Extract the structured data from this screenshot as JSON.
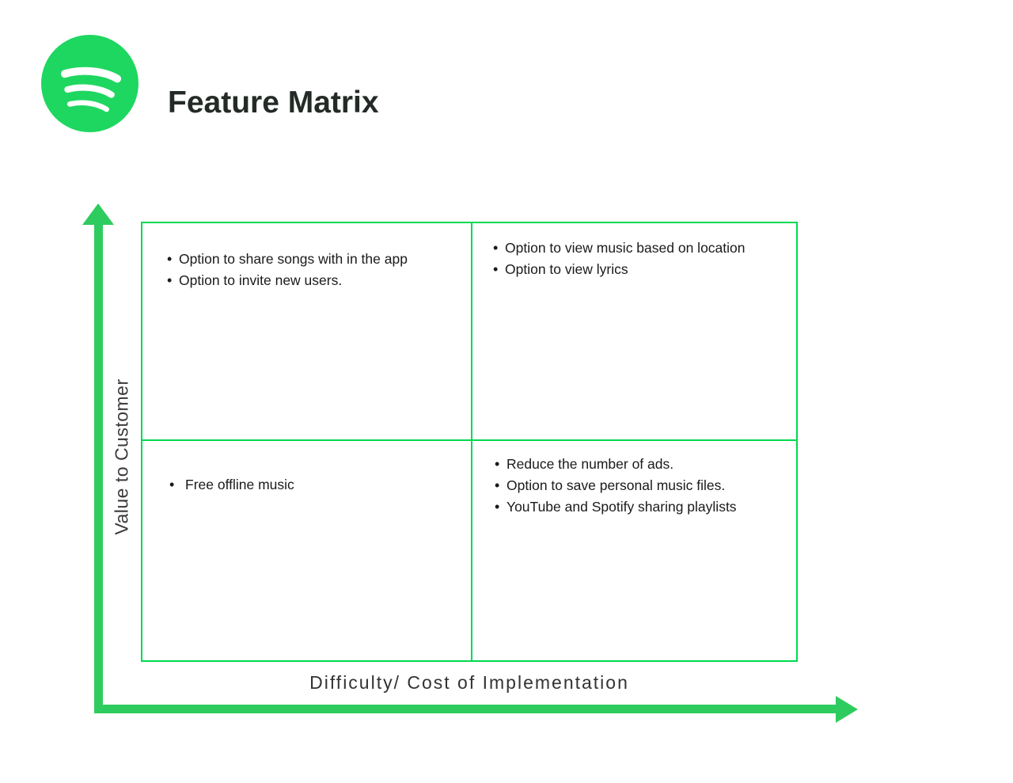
{
  "title": "Feature Matrix",
  "logo": {
    "name": "spotify-logo",
    "color": "#1ed760"
  },
  "axes": {
    "y_label": "Value to Customer",
    "x_label": "Difficulty/ Cost of Implementation",
    "arrow_color": "#2ecc5e"
  },
  "matrix": {
    "border_color": "#00d850",
    "quadrants": {
      "top_left": {
        "items": [
          "Option to share songs with in the app",
          "Option to invite new users."
        ]
      },
      "top_right": {
        "items": [
          "Option to view music based on location",
          "Option to view lyrics"
        ]
      },
      "bottom_left": {
        "items": [
          "Free offline music"
        ]
      },
      "bottom_right": {
        "items": [
          "Reduce the number of ads.",
          "Option to save personal music files.",
          "YouTube and Spotify sharing playlists"
        ]
      }
    }
  }
}
